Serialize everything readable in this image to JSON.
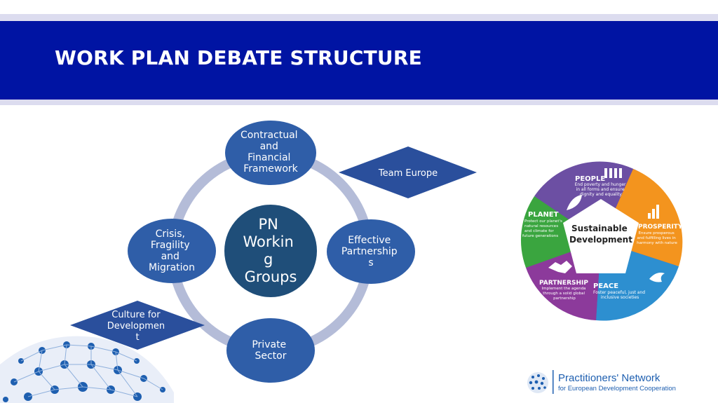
{
  "slide": {
    "title": "WORK PLAN DEBATE STRUCTURE"
  },
  "diagram": {
    "center": [
      "PN",
      "Workin",
      "g",
      "Groups"
    ],
    "nodes": {
      "top": [
        "Contractual",
        "and",
        "Financial",
        "Framework"
      ],
      "right": [
        "Effective",
        "Partnership",
        "s"
      ],
      "bottom": [
        "Private",
        "Sector"
      ],
      "left": [
        "Crisis,",
        "Fragility",
        "and",
        "Migration"
      ]
    },
    "callouts": {
      "team_europe": "Team Europe",
      "culture": [
        "Culture for",
        "Developmen",
        "t"
      ]
    }
  },
  "sdg_wheel": {
    "center": [
      "Sustainable",
      "Development"
    ],
    "people": {
      "title": "PEOPLE",
      "text": [
        "End poverty and hunger",
        "in all forms and ensure",
        "dignity and equality"
      ],
      "color": "#6c4fa3"
    },
    "planet": {
      "title": "PLANET",
      "text": [
        "Protect our planet's",
        "natural resources",
        "and climate for",
        "future generations"
      ],
      "color": "#3aa53f"
    },
    "prosperity": {
      "title": "PROSPERITY",
      "text": [
        "Ensure prosperous",
        "and fulfilling lives in",
        "harmony with nature"
      ],
      "color": "#f3941e"
    },
    "peace": {
      "title": "PEACE",
      "text": [
        "Foster peaceful, just and",
        "inclusive societies"
      ],
      "color": "#2d8fd0"
    },
    "partnership": {
      "title": "PARTNERSHIP",
      "text": [
        "Implement the agenda",
        "through a solid global",
        "partnership"
      ],
      "color": "#8c3a9b"
    }
  },
  "logo": {
    "name": "Practitioners' Network",
    "tagline": "for European Development Cooperation"
  },
  "colors": {
    "banner": "#0014a3",
    "node_fill": "#2f5ea8",
    "center_fill": "#1f4e79",
    "ring": "#b4bcd8",
    "diamond": "#2a4f9c"
  }
}
